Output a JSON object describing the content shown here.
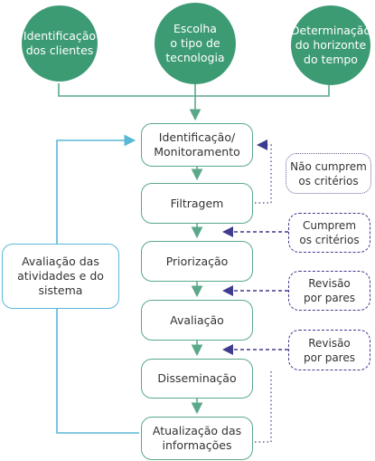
{
  "inputs": [
    {
      "label": "Identificação\ndos clientes"
    },
    {
      "label": "Escolha\no tipo de\ntecnologia"
    },
    {
      "label": "Determinação\ndo horizonte\ndo tempo"
    }
  ],
  "stages": [
    {
      "label": "Identificação/\nMonitoramento"
    },
    {
      "label": "Filtragem"
    },
    {
      "label": "Priorização"
    },
    {
      "label": "Avaliação"
    },
    {
      "label": "Disseminação"
    },
    {
      "label": "Atualização das\ninformações"
    }
  ],
  "side_notes": [
    {
      "label": "Não cumprem\nos critérios",
      "style": "dotted"
    },
    {
      "label": "Cumprem\nos critérios",
      "style": "dashed"
    },
    {
      "label": "Revisão\npor pares",
      "style": "dashed"
    },
    {
      "label": "Revisão\npor pares",
      "style": "dashed"
    }
  ],
  "feedback": {
    "label": "Avaliação das\natividades e do\nsistema"
  },
  "colors": {
    "circle_fill": "#3d9b74",
    "stage_border": "#5aa889",
    "feedback_border": "#5ab8d6",
    "note_border": "#3e3c8f"
  }
}
